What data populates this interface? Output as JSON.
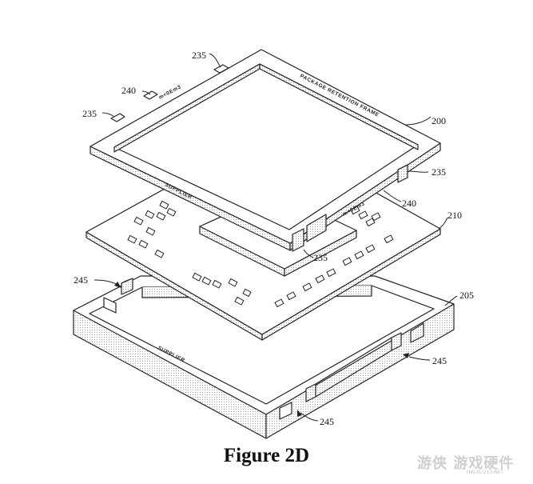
{
  "figure": {
    "caption": "Figure 2D"
  },
  "frame_labels": {
    "top_text": "PACKAGE RETENTION FRAME",
    "bottom_text": "SUPPLIER",
    "mark_text": "m<0Em3"
  },
  "base_labels": {
    "supplier_text": "SUPPLIER"
  },
  "references": {
    "r235_top": "235",
    "r240_left": "240",
    "r235_left": "235",
    "r200": "200",
    "r235_right": "235",
    "r240_right": "240",
    "r210": "210",
    "r235_mid": "235",
    "r245_left": "245",
    "r205": "205",
    "r245_right": "245",
    "r245_bottom": "245"
  },
  "watermark": {
    "text": "游侠 游戏硬件",
    "sub": "HW.ALI213.NET"
  }
}
